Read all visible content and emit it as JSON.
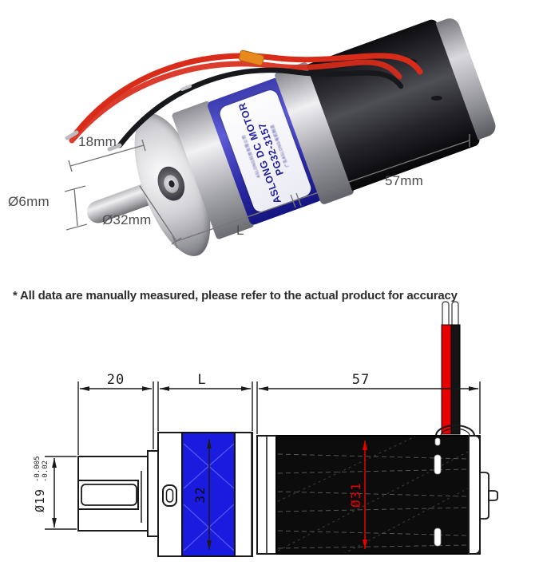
{
  "photo": {
    "dim_labels": {
      "shaft_length": "18mm",
      "shaft_diameter": "Ø6mm",
      "gearbox_diameter": "Ø32mm",
      "gearbox_length": "L",
      "motor_length": "57mm"
    },
    "motor_label": {
      "company_line": "ASLONG科技有限公司",
      "brand_line": "ASLONG DC MOTOR",
      "model_line": "PG32-3157",
      "footer_line": "广东ASLONG电机制造"
    }
  },
  "disclaimer": "* All data are manually measured, please refer to the actual product for accuracy",
  "drawing": {
    "dim_shaft_section": "20",
    "dim_gearbox_length": "L",
    "dim_motor_length": "57",
    "dim_boss_diameter": "Ø19",
    "dim_boss_tol_upper": "-0.005",
    "dim_boss_tol_lower": "-0.02",
    "dim_gearbox_diameter": "32",
    "dim_motor_diameter": "Ø31"
  },
  "colors": {
    "drawing_blue": "#1b1be0",
    "dim_red": "#e60000",
    "line_black": "#1a1a1a",
    "wire_red": "#d92b1a",
    "wire_black": "#17181c"
  }
}
